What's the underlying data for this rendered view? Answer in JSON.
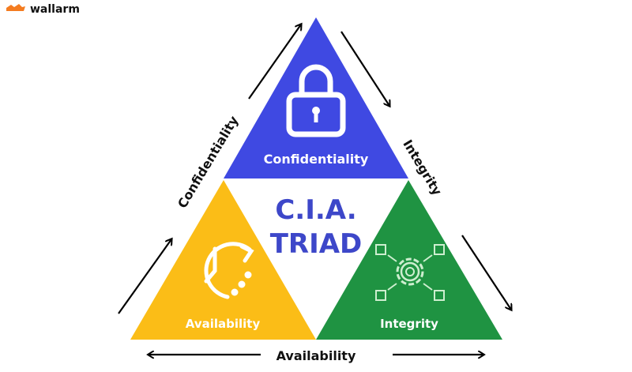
{
  "brand": {
    "name": "wallarm",
    "color": "#f47c20"
  },
  "center": {
    "line1": "C.I.A.",
    "line2": "TRIAD",
    "color": "#3d47c9"
  },
  "triangles": {
    "top": {
      "label": "Confidentiality",
      "color": "#3f49e2",
      "icon": "padlock-icon"
    },
    "left": {
      "label": "Availability",
      "color": "#fbbd17",
      "icon": "clock-refresh-icon"
    },
    "right": {
      "label": "Integrity",
      "color": "#1f9342",
      "icon": "gear-chips-icon"
    }
  },
  "edge_labels": {
    "left": "Confidentiality",
    "right": "Integrity",
    "bottom": "Availability"
  }
}
